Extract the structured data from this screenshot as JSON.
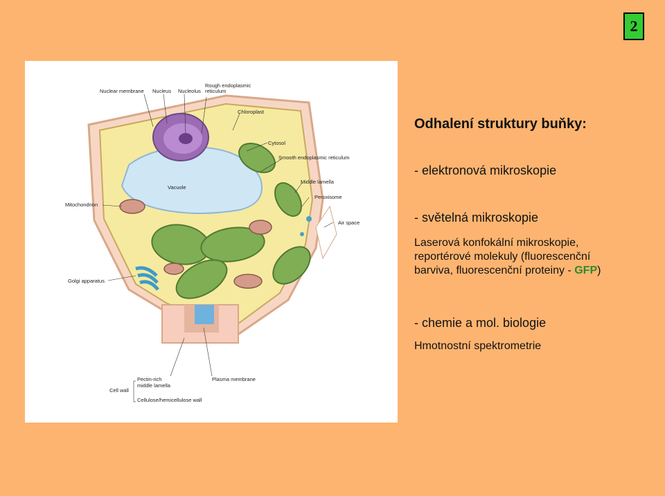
{
  "slide_number": "2",
  "title": "Odhalení struktury buňky:",
  "items": {
    "em": "- elektronová mikroskopie",
    "lm": "- světelná mikroskopie",
    "lm_desc_1": "Laserová konfokální mikroskopie,",
    "lm_desc_2": "reportérové molekuly (fluorescenční",
    "lm_desc_3": "barviva, fluorescenční proteiny - ",
    "gfp": "GFP",
    "lm_desc_close": ")",
    "chem": "- chemie a mol. biologie",
    "chem_desc": "Hmotnostní spektrometrie"
  },
  "figure_labels": {
    "nuclear_membrane": "Nuclear membrane",
    "nucleus": "Nucleus",
    "nucleolus": "Nucleolus",
    "rough_er_1": "Rough endoplasmic",
    "rough_er_2": "reticulum",
    "chloroplast": "Chloroplast",
    "cytosol": "Cytosol",
    "smooth_er": "Smooth endoplasmic reticulum",
    "vacuole": "Vacuole",
    "middle_lamella": "Middle lamella",
    "mitochondrion": "Mitochondrion",
    "peroxisome": "Peroxisome",
    "air_space": "Air space",
    "golgi": "Golgi apparatus",
    "pectin_1": "Pectin-rich",
    "pectin_2": "middle lamella",
    "plasma_membrane": "Plasma membrane",
    "cell_wall": "Cell wall",
    "cellulose_wall": "Cellulose/hemicellulose wall"
  },
  "colors": {
    "background": "#FDB470",
    "slide_number_box": "#33CC33",
    "gfp": "#2a8c2a"
  }
}
